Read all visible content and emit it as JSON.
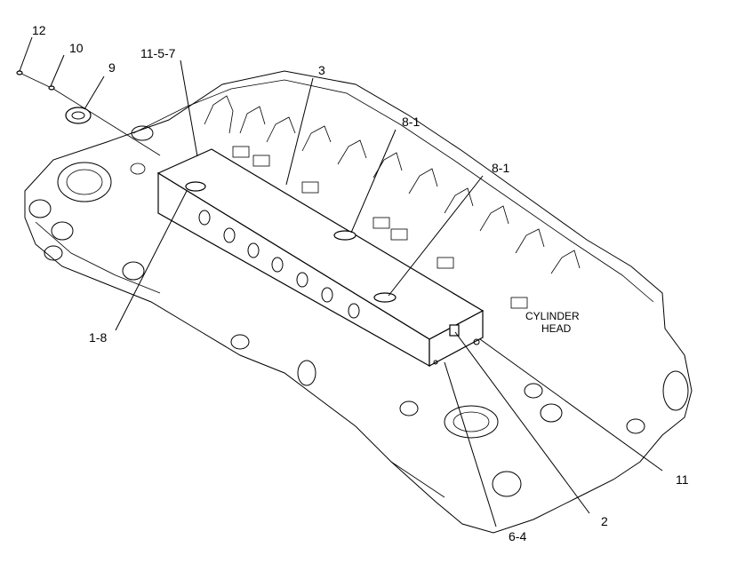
{
  "labels": {
    "l12": "12",
    "l10": "10",
    "l9": "9",
    "l1157": "11-5-7",
    "l3": "3",
    "l81a": "8-1",
    "l81b": "8-1",
    "l18": "1-8",
    "cyl1": "CYLINDER",
    "cyl2": "HEAD",
    "l11": "11",
    "l2": "2",
    "l64": "6-4"
  }
}
